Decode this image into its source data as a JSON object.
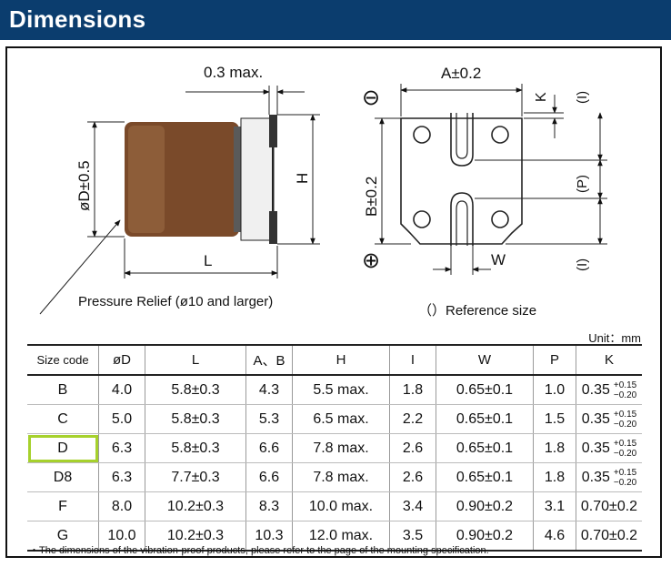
{
  "header": {
    "title": "Dimensions"
  },
  "drawing": {
    "label_03": "0.3 max.",
    "label_dia": "øD±0.5",
    "label_H": "H",
    "label_L": "L",
    "label_pressure": "Pressure Relief (ø10 and larger)",
    "label_A": "A±0.2",
    "label_K": "K",
    "label_B": "B±0.2",
    "label_I_top": "(I)",
    "label_P": "(P)",
    "label_I_bottom": "(I)",
    "label_W": "W",
    "minus_symbol": "⊖",
    "plus_symbol": "⊕",
    "reference_note": "（）Reference size"
  },
  "unit": "Unit：mm",
  "table": {
    "headers": [
      "Size code",
      "øD",
      "L",
      "A、B",
      "H",
      "I",
      "W",
      "P",
      "K"
    ],
    "rows": [
      [
        "B",
        "4.0",
        "5.8±0.3",
        "4.3",
        "5.5 max.",
        "1.8",
        "0.65±0.1",
        "1.0",
        "0.35"
      ],
      [
        "C",
        "5.0",
        "5.8±0.3",
        "5.3",
        "6.5 max.",
        "2.2",
        "0.65±0.1",
        "1.5",
        "0.35"
      ],
      [
        "D",
        "6.3",
        "5.8±0.3",
        "6.6",
        "7.8 max.",
        "2.6",
        "0.65±0.1",
        "1.8",
        "0.35"
      ],
      [
        "D8",
        "6.3",
        "7.7±0.3",
        "6.6",
        "7.8 max.",
        "2.6",
        "0.65±0.1",
        "1.8",
        "0.35"
      ],
      [
        "F",
        "8.0",
        "10.2±0.3",
        "8.3",
        "10.0 max.",
        "3.4",
        "0.90±0.2",
        "3.1",
        "0.70±0.2"
      ],
      [
        "G",
        "10.0",
        "10.2±0.3",
        "10.3",
        "12.0 max.",
        "3.5",
        "0.90±0.2",
        "4.6",
        "0.70±0.2"
      ]
    ],
    "k_tol_plus": "+0.15",
    "k_tol_minus": "−0.20",
    "highlight_color": "#a6d12c"
  },
  "footnote": "・The dimensions of the vibration-proof products, please refer to the page of the mounting specification."
}
